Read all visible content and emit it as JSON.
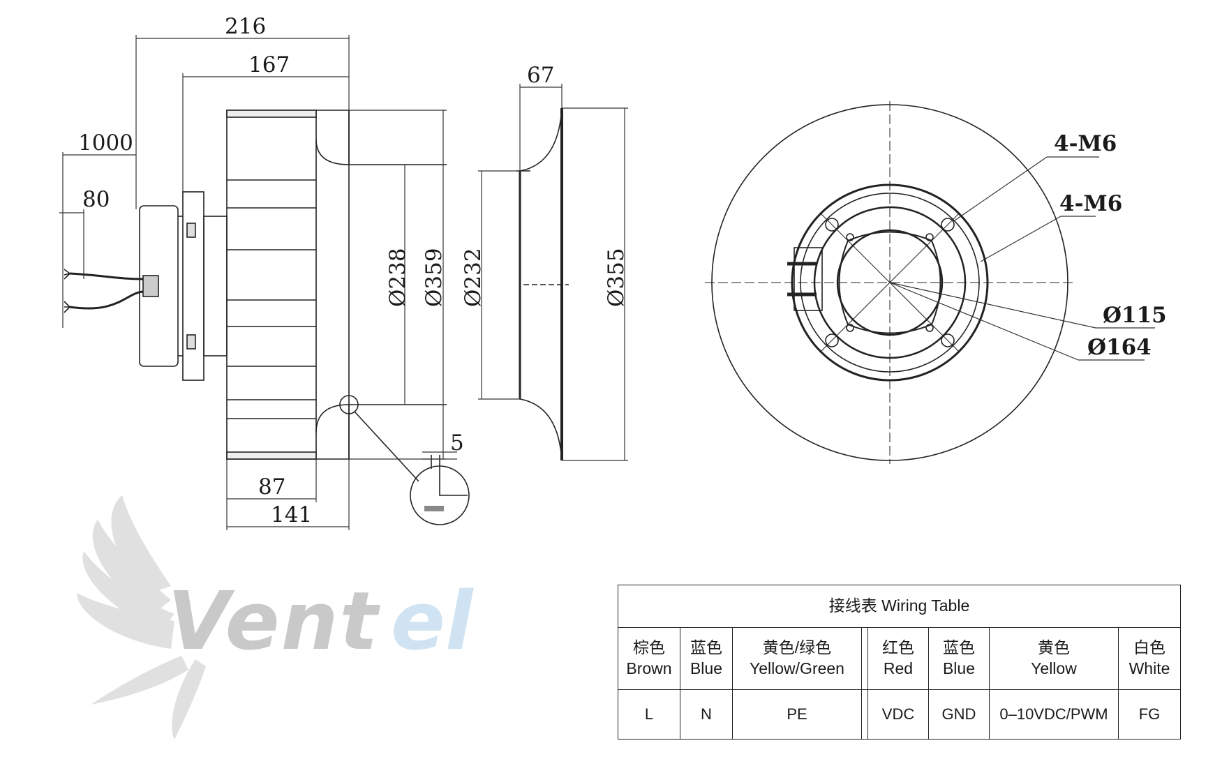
{
  "drawing": {
    "side_view": {
      "dims": {
        "overall_length": "216",
        "motor_to_outlet": "167",
        "cable_length": "1000",
        "cable_strip": "80",
        "outlet_diameter": "Ø238",
        "impeller_diameter": "Ø359",
        "detail_gap": "5",
        "inner_depth": "87",
        "impeller_depth": "141"
      }
    },
    "inlet_ring": {
      "dims": {
        "ring_depth": "67",
        "inner_diameter": "Ø232",
        "outer_diameter": "Ø355"
      }
    },
    "front_view": {
      "callouts": {
        "threads_outer": "4-M6",
        "threads_inner": "4-M6",
        "bore_diameter": "Ø115",
        "flange_diameter": "Ø164"
      }
    }
  },
  "watermark": {
    "text": "Ventel",
    "colors": {
      "gray": "#c9c9c9",
      "blue": "#cfe3f2"
    }
  },
  "wiring_table": {
    "title": "接线表  Wiring Table",
    "columns": [
      {
        "cn": "棕色",
        "en": "Brown",
        "value": "L"
      },
      {
        "cn": "蓝色",
        "en": "Blue",
        "value": "N"
      },
      {
        "cn": "黄色/绿色",
        "en": "Yellow/Green",
        "value": "PE"
      },
      {
        "cn": "红色",
        "en": "Red",
        "value": "VDC"
      },
      {
        "cn": "蓝色",
        "en": "Blue",
        "value": "GND"
      },
      {
        "cn": "黄色",
        "en": "Yellow",
        "value": "0–10VDC/PWM"
      },
      {
        "cn": "白色",
        "en": "White",
        "value": "FG"
      }
    ]
  }
}
